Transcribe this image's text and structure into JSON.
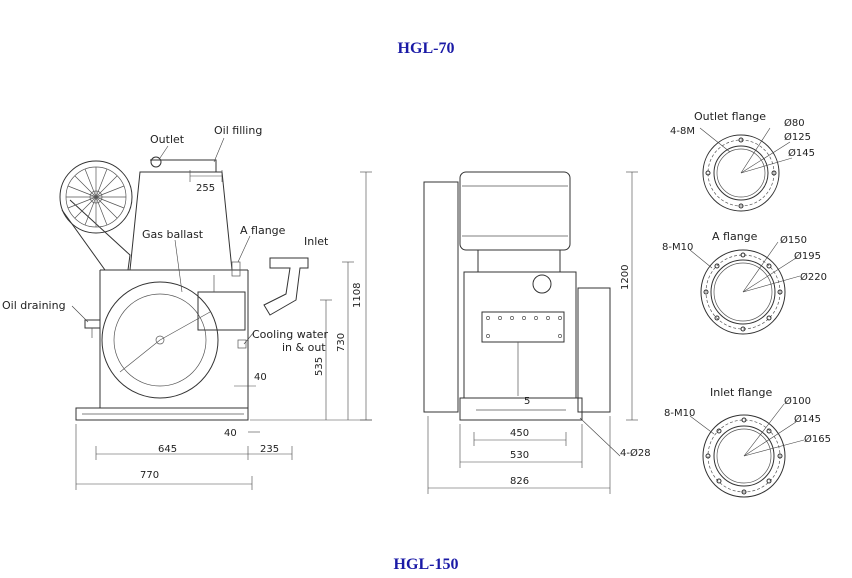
{
  "titles": {
    "top": "HGL-70",
    "bottom": "HGL-150"
  },
  "side_view": {
    "outlet": "Outlet",
    "oil_filling": "Oil filling",
    "gas_ballast": "Gas ballast",
    "a_flange": "A flange",
    "inlet": "Inlet",
    "oil_draining": "Oil draining",
    "cooling_water_1": "Cooling water",
    "cooling_water_2": "in & out",
    "d255": "255",
    "d1108": "1108",
    "d730": "730",
    "d535": "535",
    "d40a": "40",
    "d40b": "40",
    "d235": "235",
    "d645": "645",
    "d770": "770"
  },
  "front_view": {
    "d1200": "1200",
    "d450": "450",
    "d530": "530",
    "d826": "826",
    "holes": "4-Ø28",
    "d5": "5"
  },
  "flanges": {
    "outlet": {
      "title": "Outlet flange",
      "bolts": "4-8M",
      "d1": "Ø80",
      "d2": "Ø125",
      "d3": "Ø145"
    },
    "a": {
      "title": "A flange",
      "bolts": "8-M10",
      "d1": "Ø150",
      "d2": "Ø195",
      "d3": "Ø220"
    },
    "inlet": {
      "title": "Inlet flange",
      "bolts": "8-M10",
      "d1": "Ø100",
      "d2": "Ø145",
      "d3": "Ø165"
    }
  }
}
